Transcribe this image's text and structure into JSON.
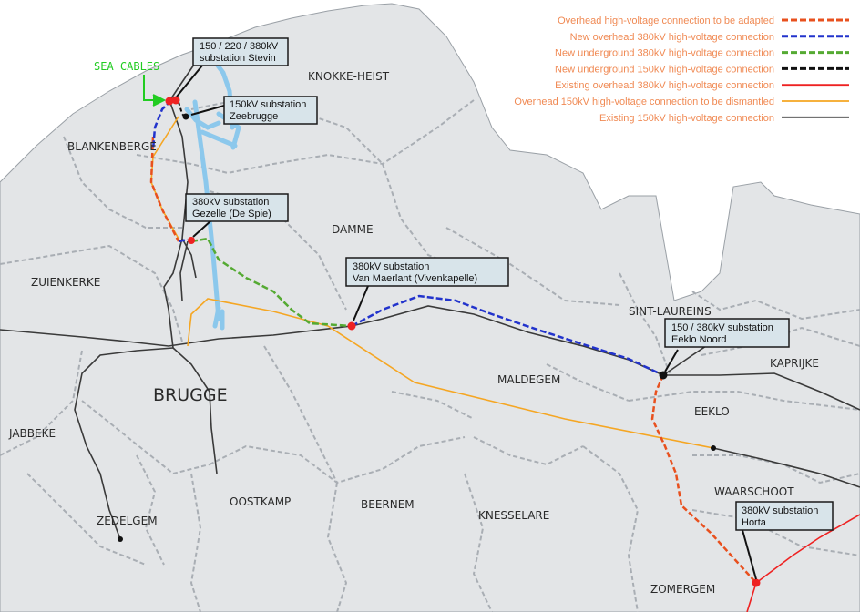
{
  "sea_label": "SEA CABLES",
  "municipalities": {
    "knokke_heist": "KNOKKE-HEIST",
    "blankenberge": "BLANKENBERGE",
    "damme": "DAMME",
    "zuienkerke": "ZUIENKERKE",
    "sint_laureins": "SINT-LAUREINS",
    "kaprijke": "KAPRIJKE",
    "brugge": "BRUGGE",
    "maldegem": "MALDEGEM",
    "eeklo": "EEKLO",
    "jabbeke": "JABBEKE",
    "waarschoot": "WAARSCHOOT",
    "zedelgem": "ZEDELGEM",
    "oostkamp": "OOSTKAMP",
    "beernem": "BEERNEM",
    "knesselare": "KNESSELARE",
    "zomergem": "ZOMERGEM"
  },
  "substations": {
    "stevin": {
      "line1": "150 / 220 / 380kV",
      "line2": "substation Stevin"
    },
    "zeebrugge": {
      "line1": "150kV substation",
      "line2": "Zeebrugge"
    },
    "gezelle": {
      "line1": "380kV substation",
      "line2": "Gezelle (De Spie)"
    },
    "van_maerlant": {
      "line1": "380kV substation",
      "line2": "Van Maerlant (Vivenkapelle)"
    },
    "eeklo_noord": {
      "line1": "150 / 380kV substation",
      "line2": "Eeklo Noord"
    },
    "horta": {
      "line1": "380kV substation",
      "line2": "Horta"
    }
  },
  "legend": [
    {
      "label": "Overhead high-voltage connection to be adapted",
      "color": "#e8501e",
      "style": "dashed"
    },
    {
      "label": "New overhead 380kV high-voltage connection",
      "color": "#2233cc",
      "style": "dashed"
    },
    {
      "label": "New underground 380kV high-voltage connection",
      "color": "#55aa33",
      "style": "dashed"
    },
    {
      "label": "New underground 150kV high-voltage connection",
      "color": "#111111",
      "style": "dashed"
    },
    {
      "label": "Existing overhead 380kV high-voltage connection",
      "color": "#ee2222",
      "style": "solid"
    },
    {
      "label": "Overhead 150kV high-voltage connection to be dismantled",
      "color": "#f5a623",
      "style": "solid"
    },
    {
      "label": "Existing 150kV high-voltage connection",
      "color": "#444444",
      "style": "solid"
    }
  ],
  "colors": {
    "land": "#e3e5e7",
    "sea": "#ffffff",
    "border": "#a9aeb4",
    "canal": "#8cc8ec",
    "legend_text": "#f08a54"
  }
}
